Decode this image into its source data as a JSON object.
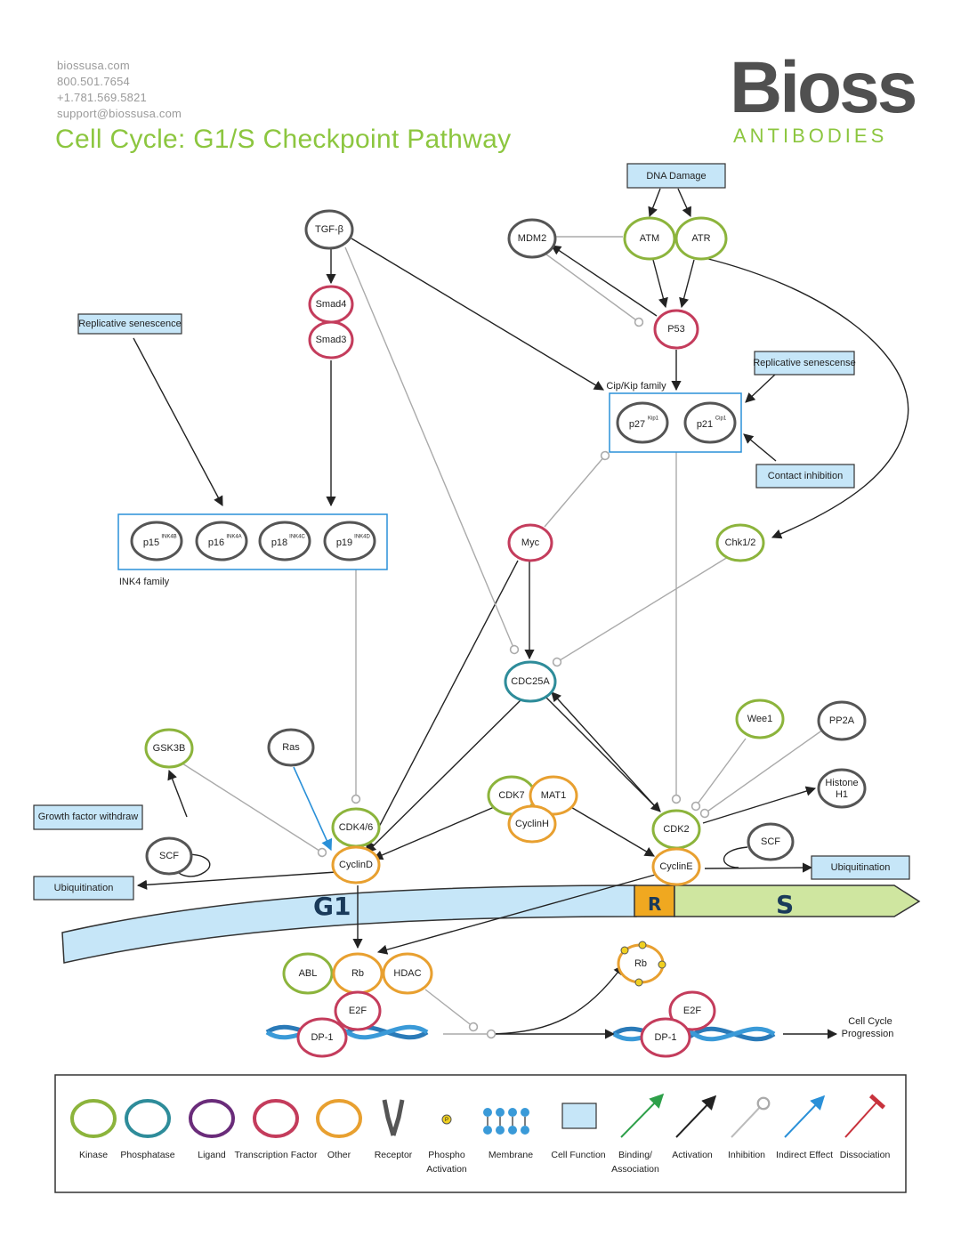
{
  "header": {
    "contact": [
      "biossusa.com",
      "800.501.7654",
      "+1.781.569.5821",
      "support@biossusa.com"
    ],
    "title": "Cell Cycle: G1/S Checkpoint Pathway",
    "logo": {
      "word": "Bioss",
      "sub": "ANTIBODIES"
    }
  },
  "colors": {
    "kinase": "#8cb43c",
    "phosphatase": "#2e8c9a",
    "ligand": "#6a2c7a",
    "transcription_factor": "#c43c5c",
    "other": "#e8a030",
    "receptor": "#555555",
    "cell_function": "#c6e6f8",
    "binding": "#2ea04a",
    "activation": "#222222",
    "inhibition": "#bbbbbb",
    "indirect": "#2a90d8",
    "dissociation": "#c8323c"
  },
  "boxes": {
    "dna_damage": "DNA Damage",
    "replicative_senescence_left": "Replicative senescence",
    "replicative_senescence_right": "Replicative senescense",
    "contact_inhibition": "Contact inhibition",
    "growth_factor_withdraw": "Growth factor withdraw",
    "ubiquitination_left": "Ubiquitination",
    "ubiquitination_right": "Ubiquitination"
  },
  "groups": {
    "cip_kip": "Cip/Kip family",
    "ink4": "INK4 family"
  },
  "nodes": {
    "tgfb": "TGF-β",
    "smad4": "Smad4",
    "smad3": "Smad3",
    "mdm2": "MDM2",
    "atm": "ATM",
    "atr": "ATR",
    "p53": "P53",
    "p27": "p27",
    "p27_sup": "Kip1",
    "p21": "p21",
    "p21_sup": "Cip1",
    "p15": "p15",
    "p15_sup": "INK4B",
    "p16": "p16",
    "p16_sup": "INK4A",
    "p18": "p18",
    "p18_sup": "INK4C",
    "p19": "p19",
    "p19_sup": "INK4D",
    "myc": "Myc",
    "chk": "Chk1/2",
    "cdc25a": "CDC25A",
    "wee1": "Wee1",
    "pp2a": "PP2A",
    "gsk3b": "GSK3B",
    "ras": "Ras",
    "cdk46": "CDK4/6",
    "cyclind": "CyclinD",
    "cdk7": "CDK7",
    "mat1": "MAT1",
    "cyclinh": "CyclinH",
    "cdk2": "CDK2",
    "cycline": "CyclinE",
    "histone_l1": "Histone",
    "histone_l2": "H1",
    "scf_left": "SCF",
    "scf_right": "SCF",
    "abl": "ABL",
    "rb": "Rb",
    "hdac": "HDAC",
    "e2f": "E2F",
    "dp1": "DP-1",
    "rb_p": "Rb",
    "e2f_free": "E2F",
    "dp1_free": "DP-1",
    "cell_cycle_l1": "Cell Cycle",
    "cell_cycle_l2": "Progression"
  },
  "phases": {
    "g1": "G1",
    "r": "R",
    "s": "S"
  },
  "legend": {
    "kinase": "Kinase",
    "phosphatase": "Phosphatase",
    "ligand": "Ligand",
    "transcription_factor": "Transcription Factor",
    "other": "Other",
    "receptor": "Receptor",
    "phospho_l1": "Phospho",
    "phospho_l2": "Activation",
    "membrane": "Membrane",
    "cell_function": "Cell Function",
    "binding_l1": "Binding/",
    "binding_l2": "Association",
    "activation": "Activation",
    "inhibition": "Inhibition",
    "indirect": "Indirect Effect",
    "dissociation": "Dissociation",
    "phospho_symbol": "P"
  }
}
